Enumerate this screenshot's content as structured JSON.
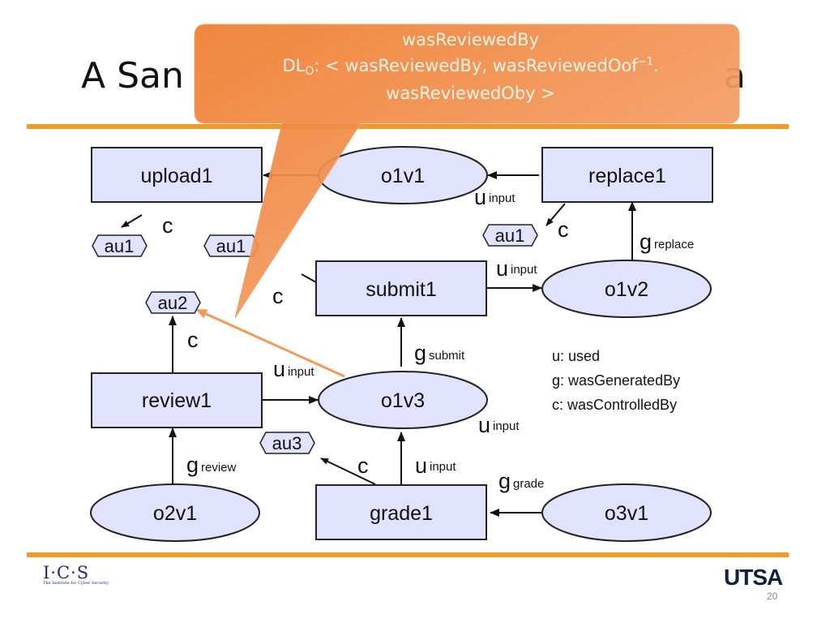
{
  "slide": {
    "title": "A San",
    "title_tail": "a",
    "page_number": "20"
  },
  "callout": {
    "line1": "wasReviewedBy",
    "line2_prefix": "DL",
    "line2_sub": "O",
    "line2_mid": ": < wasReviewedBy, wasReviewedOof",
    "line2_sup": "−1",
    "line2_end": ".",
    "line3": "wasReviewedOby >",
    "color": "#f0883e"
  },
  "nodes": {
    "upload1": "upload1",
    "o1v1": "o1v1",
    "replace1": "replace1",
    "submit1": "submit1",
    "o1v2": "o1v2",
    "review1": "review1",
    "o1v3": "o1v3",
    "o2v1": "o2v1",
    "grade1": "grade1",
    "o3v1": "o3v1"
  },
  "hexes": {
    "au1_left": "au1",
    "au1_mid": "au1",
    "au1_right": "au1",
    "au2": "au2",
    "au3": "au3"
  },
  "edge_labels": {
    "u": "u",
    "g": "g",
    "c": "c",
    "input": "input",
    "replace": "replace",
    "submit": "submit",
    "review": "review",
    "grade": "grade"
  },
  "legend": {
    "line1": "u: used",
    "line2": "g: wasGeneratedBy",
    "line3": "c: wasControlledBy"
  },
  "logos": {
    "ics": "I·C·S",
    "ics_sub": "The Institute for Cyber Security",
    "utsa": "UTSA"
  },
  "colors": {
    "accent_rule": "#f39a26",
    "node_fill": "#e1e2fd",
    "arrow_highlight": "#f39a5a"
  }
}
